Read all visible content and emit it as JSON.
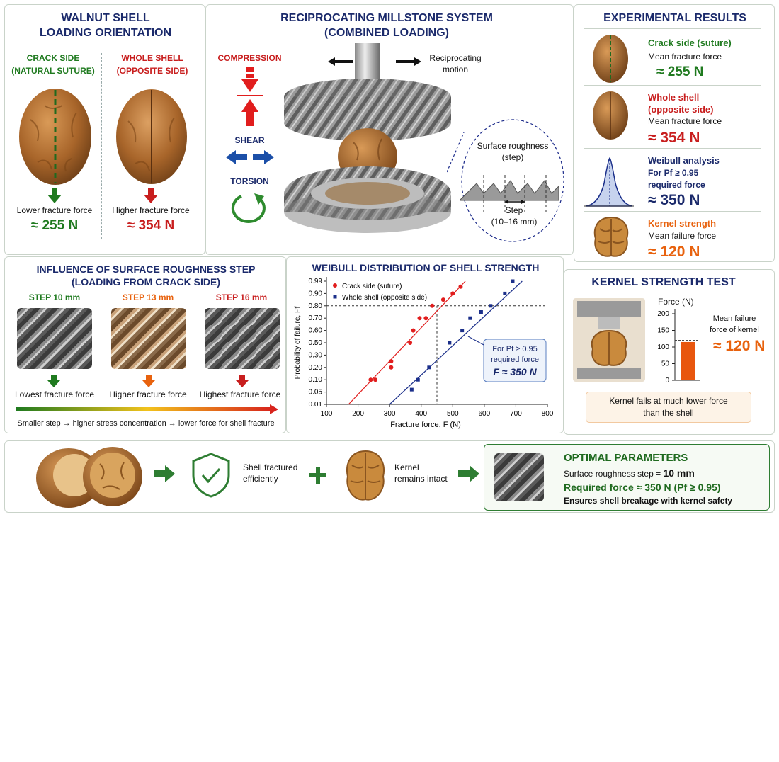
{
  "orientation": {
    "title1": "WALNUT SHELL",
    "title2": "LOADING ORIENTATION",
    "crack_label1": "CRACK SIDE",
    "crack_label2": "(NATURAL SUTURE)",
    "whole_label1": "WHOLE SHELL",
    "whole_label2": "(OPPOSITE SIDE)",
    "crack_force_text": "Lower fracture force",
    "crack_force_value": "≈ 255 N",
    "whole_force_text": "Higher fracture force",
    "whole_force_value": "≈ 354 N"
  },
  "millstone": {
    "title1": "RECIPROCATING MILLSTONE SYSTEM",
    "title2": "(COMBINED LOADING)",
    "compression": "COMPRESSION",
    "shear": "SHEAR",
    "torsion": "TORSION",
    "motion1": "Reciprocating",
    "motion2": "motion",
    "roughness1": "Surface roughness",
    "roughness2": "(step)",
    "step1": "Step",
    "step2": "(10–16 mm)"
  },
  "results": {
    "title": "EXPERIMENTAL RESULTS",
    "items": [
      {
        "title": "Crack side (suture)",
        "line2": "",
        "desc": "Mean fracture force",
        "value": "≈ 255 N"
      },
      {
        "title": "Whole shell",
        "line2": "(opposite side)",
        "desc": "Mean fracture force",
        "value": "≈ 354 N"
      },
      {
        "title": "Weibull analysis",
        "line2": "For Pf ≥ 0.95",
        "desc": "required force",
        "value": "≈ 350 N"
      },
      {
        "title": "Kernel strength",
        "line2": "",
        "desc": "Mean failure force",
        "value": "≈ 120 N"
      }
    ]
  },
  "roughness": {
    "title1": "INFLUENCE OF SURFACE ROUGHNESS STEP",
    "title2": "(LOADING FROM CRACK SIDE)",
    "steps": [
      {
        "label": "STEP 10 mm",
        "result": "Lowest fracture force"
      },
      {
        "label": "STEP 13 mm",
        "result": "Higher fracture force"
      },
      {
        "label": "STEP 16 mm",
        "result": "Highest fracture force"
      }
    ],
    "note": "Smaller step → higher stress concentration → lower force for shell fracture"
  },
  "kernel": {
    "title": "KERNEL STRENGTH TEST",
    "axis": "Force (N)",
    "mean_label1": "Mean failure",
    "mean_label2": "force of kernel",
    "mean_value": "≈ 120 N",
    "note1": "Kernel fails at much lower force",
    "note2": "than the shell"
  },
  "chart_data": {
    "type": "scatter",
    "title": "WEIBULL DISTRIBUTION OF SHELL STRENGTH",
    "xlabel": "Fracture force, F (N)",
    "ylabel": "Probability of failure, Pf",
    "xlim": [
      100,
      800
    ],
    "x_ticks": [
      100,
      200,
      300,
      400,
      500,
      600,
      700,
      800
    ],
    "y_ticks": [
      0.01,
      0.05,
      0.1,
      0.2,
      0.3,
      0.5,
      0.6,
      0.7,
      0.8,
      0.9,
      0.99
    ],
    "y_tick_labels": [
      "0.01",
      "0.05",
      "0.10",
      "0.20",
      "0.30",
      "0.50",
      "0.60",
      "0.70",
      "0.80",
      "0.90",
      "0.99"
    ],
    "reference": {
      "x": 450,
      "y": 0.8
    },
    "annotation": {
      "line1": "For Pf ≥ 0.95",
      "line2": "required force",
      "line3": "F ≈ 350 N"
    },
    "legend_position": "top-left",
    "series": [
      {
        "name": "Crack side (suture)",
        "color": "#e11d1d",
        "marker": "circle",
        "points": [
          [
            240,
            0.1
          ],
          [
            255,
            0.1
          ],
          [
            305,
            0.2
          ],
          [
            305,
            0.25
          ],
          [
            365,
            0.5
          ],
          [
            375,
            0.6
          ],
          [
            395,
            0.7
          ],
          [
            415,
            0.7
          ],
          [
            435,
            0.8
          ],
          [
            470,
            0.85
          ],
          [
            500,
            0.9
          ],
          [
            525,
            0.95
          ]
        ],
        "fit": [
          [
            170,
            0.01
          ],
          [
            540,
            0.99
          ]
        ]
      },
      {
        "name": "Whole shell (opposite side)",
        "color": "#1b2f8a",
        "marker": "square",
        "points": [
          [
            370,
            0.06
          ],
          [
            390,
            0.1
          ],
          [
            425,
            0.2
          ],
          [
            490,
            0.5
          ],
          [
            530,
            0.6
          ],
          [
            555,
            0.7
          ],
          [
            590,
            0.75
          ],
          [
            620,
            0.8
          ],
          [
            665,
            0.9
          ],
          [
            690,
            0.99
          ]
        ],
        "fit": [
          [
            300,
            0.01
          ],
          [
            720,
            0.99
          ]
        ]
      }
    ]
  },
  "bottom": {
    "shell_text1": "Shell fractured",
    "shell_text2": "efficiently",
    "kernel_text1": "Kernel",
    "kernel_text2": "remains intact",
    "opt_title": "OPTIMAL PARAMETERS",
    "opt_step_label": "Surface roughness step =",
    "opt_step_value": "10 mm",
    "opt_force": "Required force ≈ 350 N (Pf ≥ 0.95)",
    "opt_note": "Ensures shell breakage with kernel safety"
  },
  "colors": {
    "navy": "#1b2a6b",
    "green": "#1f7a1f",
    "red": "#c81e1e",
    "orange": "#e8620e",
    "blue": "#1b4fa8"
  }
}
